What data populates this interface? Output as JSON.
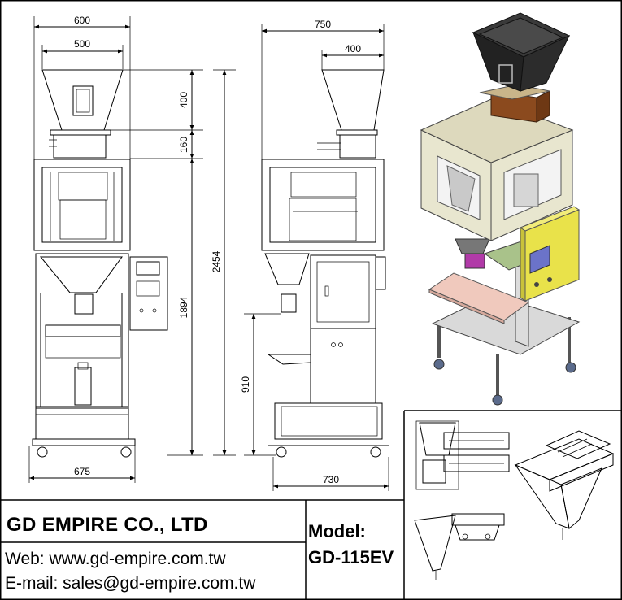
{
  "front_view": {
    "width_top": "600",
    "width_hopper": "500",
    "hopper_height": "400",
    "feeder_height": "160",
    "total_height": "2454",
    "body_height": "1894",
    "base_width": "675"
  },
  "side_view": {
    "width_top": "750",
    "width_hopper": "400",
    "table_height": "910",
    "base_width": "730"
  },
  "title_block": {
    "company": "GD EMPIRE CO., LTD",
    "web": "Web: www.gd-empire.com.tw",
    "email": "E-mail: sales@gd-empire.com.tw",
    "model_label": "Model:",
    "model_value": "GD-115EV"
  },
  "colors": {
    "frame_beige": "#e8e6cf",
    "hopper_black": "#2a2a2a",
    "funnel_brown": "#8b4a1e",
    "control_box_yellow": "#e9e24a",
    "screen_blue": "#6b73c9",
    "table_pink": "#f0c9bd",
    "funnel_purple": "#b13aa8"
  }
}
